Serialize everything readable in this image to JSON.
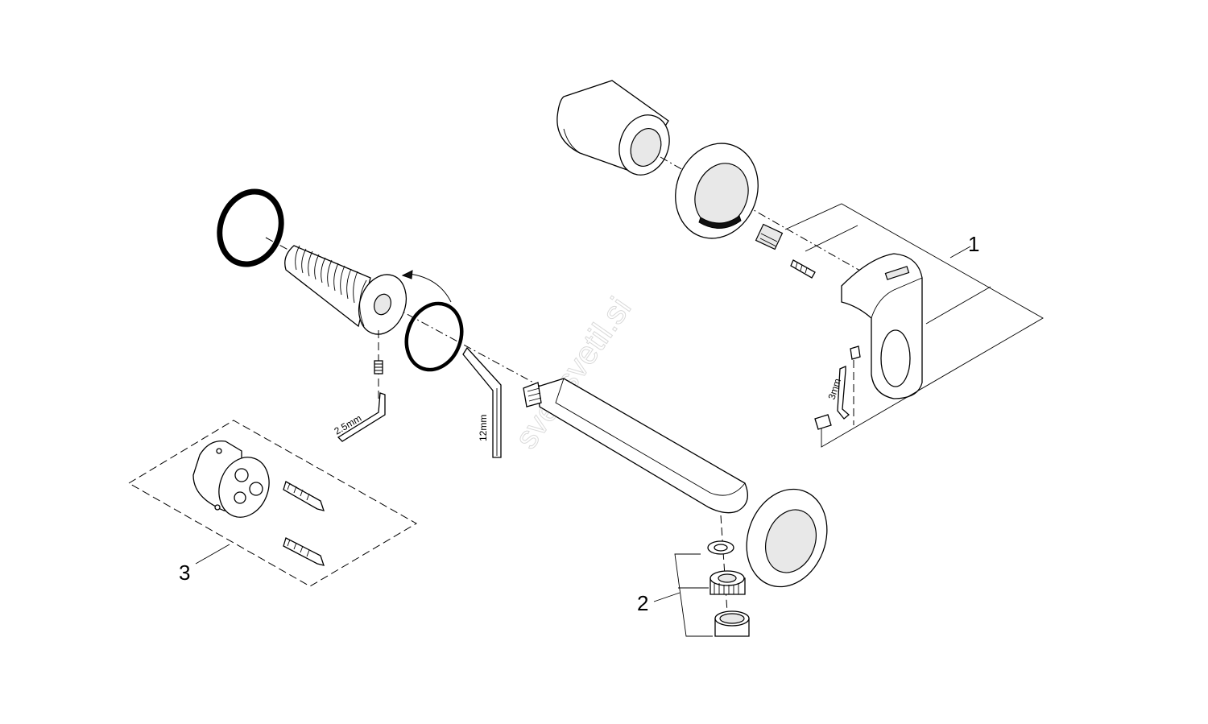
{
  "callouts": {
    "handle_set": "1",
    "aerator_set": "2",
    "cartridge_set": "3"
  },
  "dimensions": {
    "hex_key_small": "2.5mm",
    "hex_key_large": "12mm",
    "hex_key_handle": "3mm"
  },
  "watermark": "svet-svetil.si",
  "colors": {
    "line": "#000000",
    "background": "#ffffff",
    "watermark": "#d9d9d9"
  }
}
